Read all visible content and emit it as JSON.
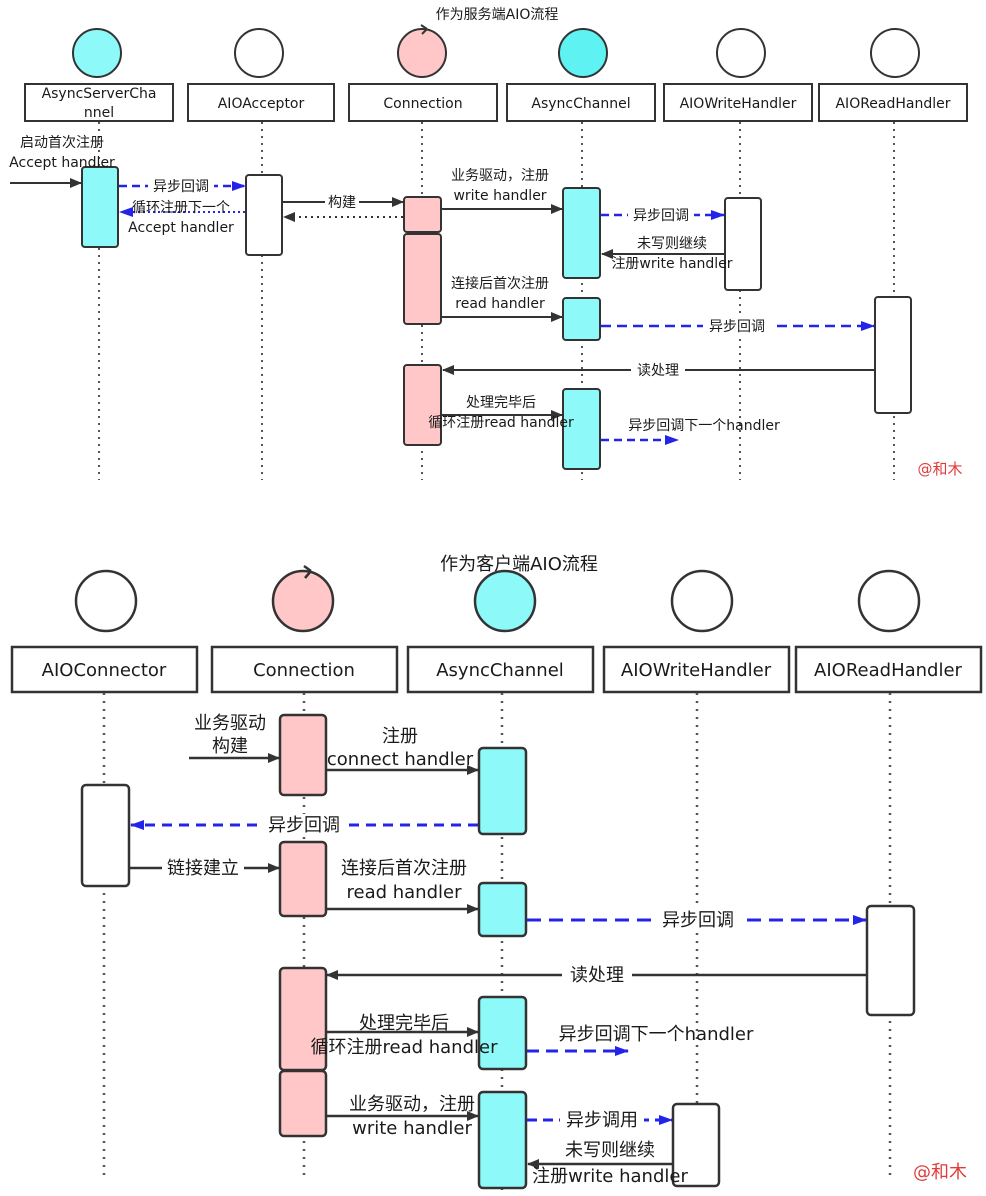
{
  "top": {
    "title": "作为服务端AIO流程",
    "actors": [
      "AsyncServerChannel",
      "AIOAcceptor",
      "Connection",
      "AsyncChannel",
      "AIOWriteHandler",
      "AIOReadHandler"
    ],
    "messages": {
      "start_1": "启动首次注册",
      "start_2": "Accept handler",
      "async_callback_1": "异步回调",
      "loop_register_1": "循环注册下一个",
      "loop_register_2": "Accept handler",
      "build": "构建",
      "biz_register_1": "业务驱动，注册",
      "biz_register_2": "write handler",
      "async_callback_2": "异步回调",
      "not_written_1": "未写则继续",
      "not_written_2": "注册write handler",
      "first_read_1": "连接后首次注册",
      "first_read_2": "read handler",
      "async_callback_3": "异步回调",
      "read_process": "读处理",
      "after_process_1": "处理完毕后",
      "after_process_2": "循环注册read handler",
      "next_handler": "异步回调下一个handler"
    },
    "watermark": "@和木"
  },
  "bottom": {
    "title": "作为客户端AIO流程",
    "actors": [
      "AIOConnector",
      "Connection",
      "AsyncChannel",
      "AIOWriteHandler",
      "AIOReadHandler"
    ],
    "messages": {
      "biz_build_1": "业务驱动",
      "biz_build_2": "构建",
      "register_1": "注册",
      "register_2": "connect handler",
      "async_callback_1": "异步回调",
      "link_established": "链接建立",
      "first_read_1": "连接后首次注册",
      "first_read_2": "read handler",
      "async_callback_2": "异步回调",
      "read_process": "读处理",
      "after_process_1": "处理完毕后",
      "after_process_2": "循环注册read handler",
      "next_handler": "异步回调下一个handler",
      "biz_register_1": "业务驱动，注册",
      "biz_register_2": "write handler",
      "async_invoke": "异步调用",
      "not_written_1": "未写则继续",
      "not_written_2": "注册write handler"
    },
    "watermark": "@和木"
  }
}
